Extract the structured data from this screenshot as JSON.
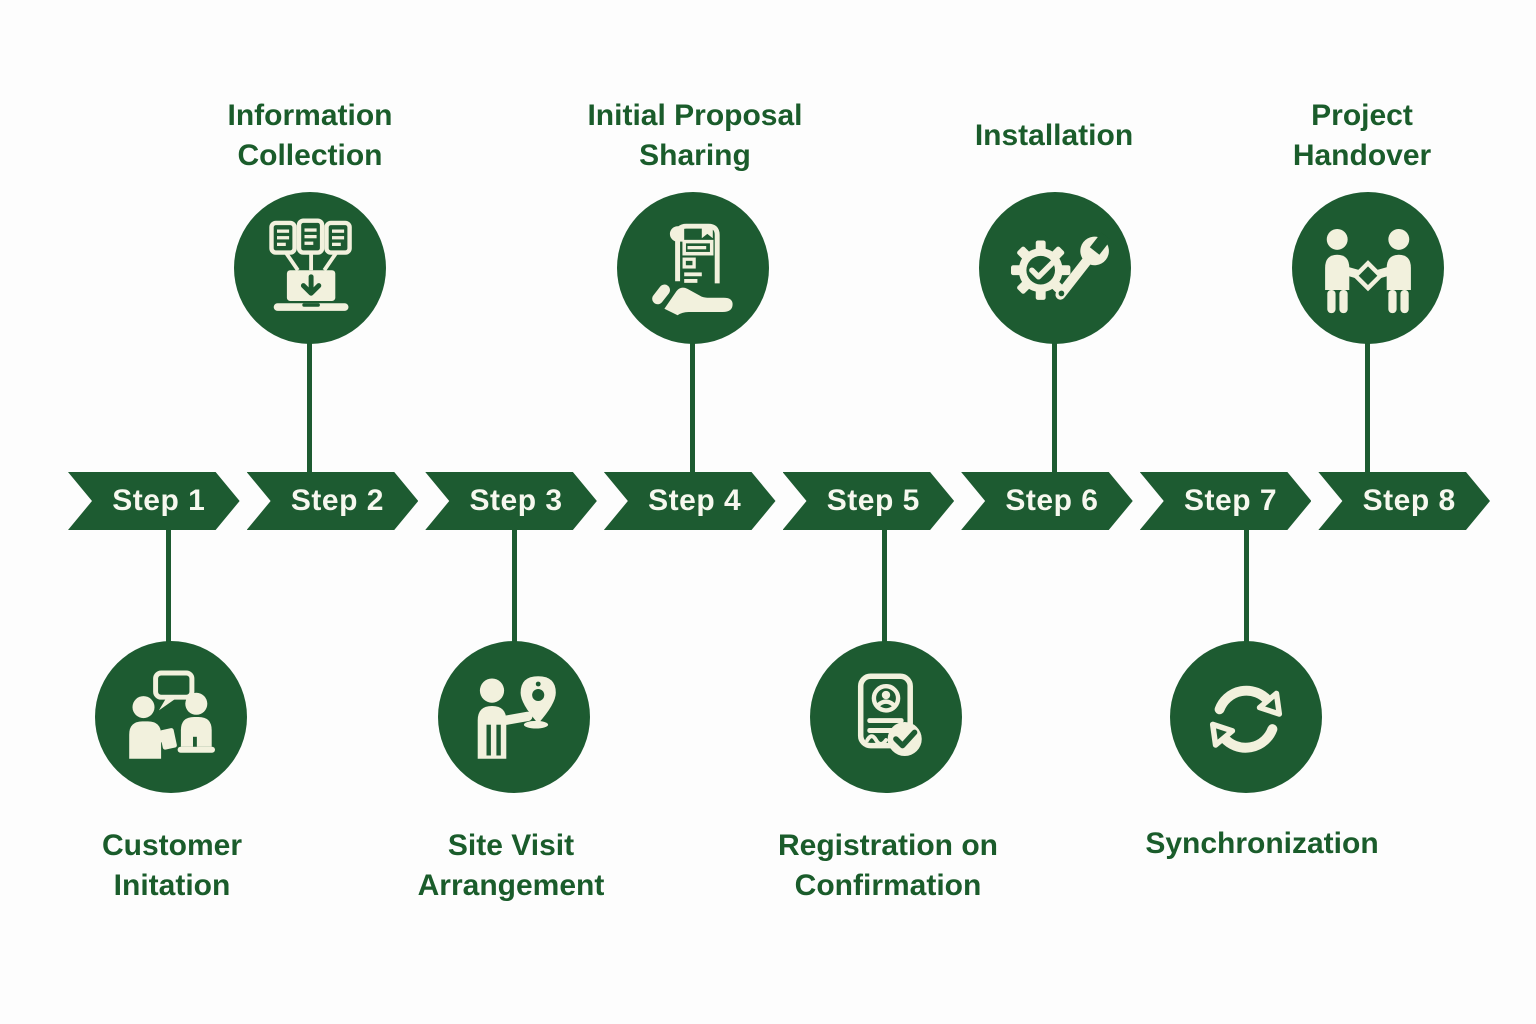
{
  "diagram_type": "process-timeline",
  "colors": {
    "green": "#1d5b31",
    "cream": "#f2f1dd",
    "label_text": "#1a5c2b",
    "step_text": "#f7f8ef",
    "background": "#fdfdfd"
  },
  "steps": [
    {
      "label": "Step 1",
      "milestone": "Customer Initation",
      "side": "below",
      "icon": "customer-conversation-icon"
    },
    {
      "label": "Step 2",
      "milestone": "Information Collection",
      "side": "above",
      "icon": "data-collection-laptop-icon"
    },
    {
      "label": "Step 3",
      "milestone": "Site Visit Arrangement",
      "side": "below",
      "icon": "person-location-pin-icon"
    },
    {
      "label": "Step 4",
      "milestone": "Initial Proposal Sharing",
      "side": "above",
      "icon": "hand-document-icon"
    },
    {
      "label": "Step 5",
      "milestone": "Registration on Confirmation",
      "side": "below",
      "icon": "id-document-check-icon"
    },
    {
      "label": "Step 6",
      "milestone": "Installation",
      "side": "above",
      "icon": "gear-wrench-icon"
    },
    {
      "label": "Step 7",
      "milestone": "Synchronization",
      "side": "below",
      "icon": "sync-arrows-icon"
    },
    {
      "label": "Step 8",
      "milestone": "Project Handover",
      "side": "above",
      "icon": "handshake-exchange-icon"
    }
  ]
}
